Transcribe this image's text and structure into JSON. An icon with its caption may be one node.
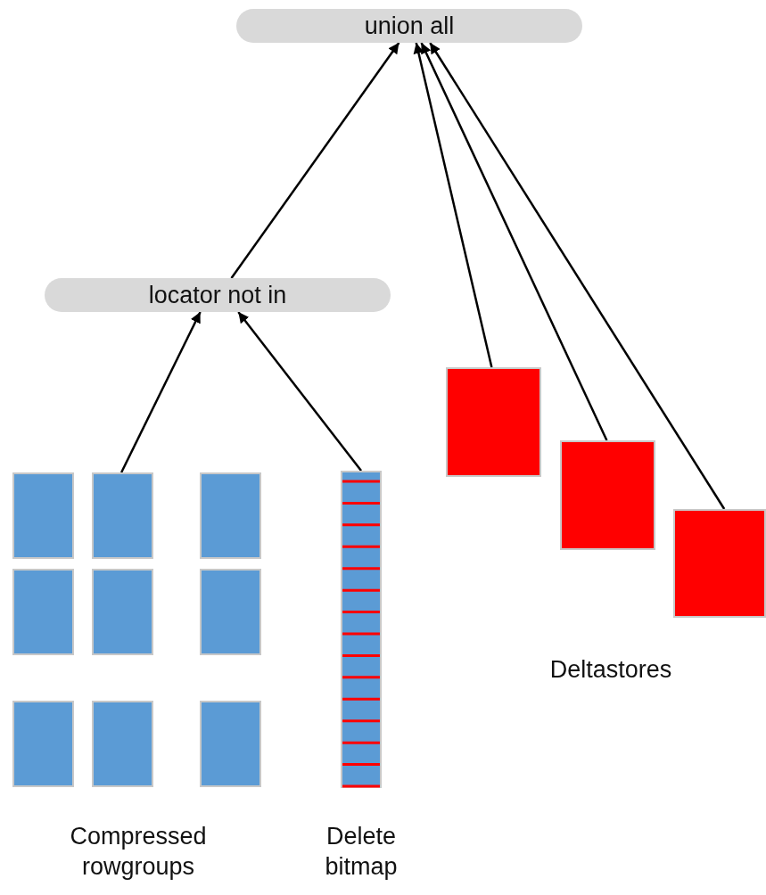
{
  "diagram": {
    "nodes": [
      {
        "text": [
          "union all"
        ]
      },
      {
        "text": [
          "locator not in"
        ]
      },
      {
        "text": [],
        "shape": "box"
      },
      {
        "text": [],
        "shape": "box"
      },
      {
        "text": [],
        "shape": "box"
      },
      {
        "text": [],
        "shape": "box"
      },
      {
        "text": [],
        "shape": "box"
      },
      {
        "text": [],
        "shape": "box"
      },
      {
        "text": [],
        "shape": "box"
      },
      {
        "text": [],
        "shape": "box"
      },
      {
        "text": [],
        "shape": "box"
      },
      {
        "text": [],
        "shape": "bar"
      },
      {
        "text": [],
        "shape": "box"
      },
      {
        "text": [],
        "shape": "box"
      },
      {
        "text": [],
        "shape": "box"
      }
    ],
    "edges": [
      {
        "from": 3,
        "to": 1,
        "arrow": "to"
      },
      {
        "from": 11,
        "to": 1,
        "arrow": "to"
      },
      {
        "from": 1,
        "to": 0,
        "arrow": "to"
      },
      {
        "from": 12,
        "to": 0,
        "arrow": "to"
      },
      {
        "from": 13,
        "to": 0,
        "arrow": "to"
      },
      {
        "from": 14,
        "to": 0,
        "arrow": "to"
      }
    ],
    "labels": [
      "Deltastores",
      "Compressed rowgroups",
      "Delete bitmap"
    ]
  }
}
